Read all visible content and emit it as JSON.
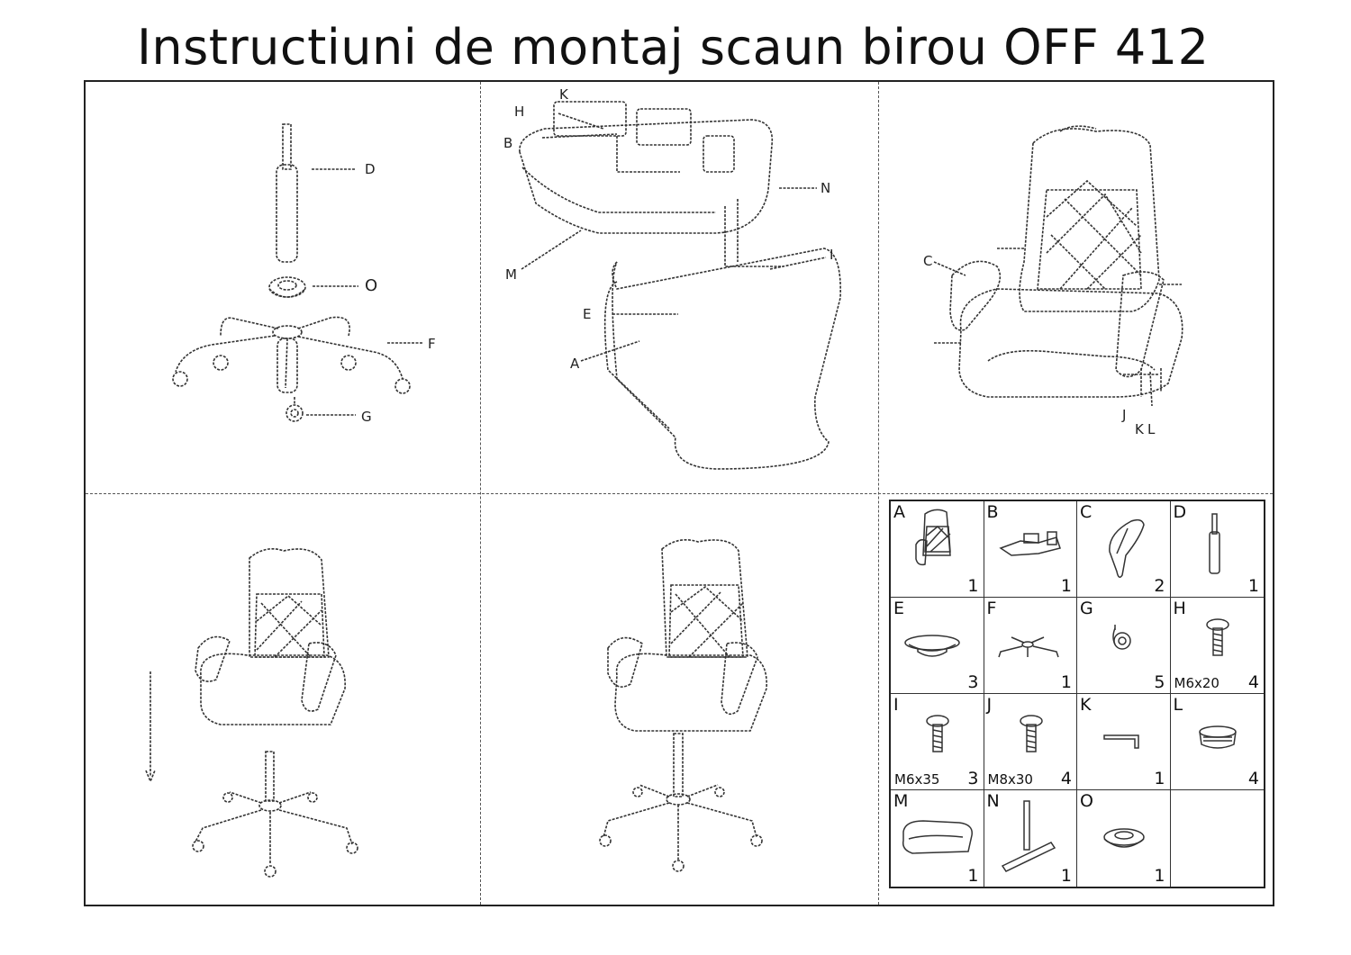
{
  "title": "Instructiuni de montaj scaun birou OFF 412",
  "step1": {
    "labels": {
      "D": "D",
      "O": "O",
      "F": "F",
      "G": "G"
    }
  },
  "step2": {
    "labels": {
      "K": "K",
      "H": "H",
      "B": "B",
      "N": "N",
      "M": "M",
      "I": "I",
      "E": "E",
      "A": "A"
    }
  },
  "step3": {
    "labels": {
      "C": "C",
      "J": "J",
      "K": "K",
      "L": "L"
    }
  },
  "parts": [
    {
      "letter": "A",
      "qty": "1",
      "spec": "",
      "icon": "backrest-icon"
    },
    {
      "letter": "B",
      "qty": "1",
      "spec": "",
      "icon": "mechanism-icon"
    },
    {
      "letter": "C",
      "qty": "2",
      "spec": "",
      "icon": "armrest-icon"
    },
    {
      "letter": "D",
      "qty": "1",
      "spec": "",
      "icon": "gas-lift-icon"
    },
    {
      "letter": "E",
      "qty": "3",
      "spec": "",
      "icon": "cap-icon"
    },
    {
      "letter": "F",
      "qty": "1",
      "spec": "",
      "icon": "base-icon"
    },
    {
      "letter": "G",
      "qty": "5",
      "spec": "",
      "icon": "caster-icon"
    },
    {
      "letter": "H",
      "qty": "4",
      "spec": "M6x20",
      "icon": "bolt-icon"
    },
    {
      "letter": "I",
      "qty": "3",
      "spec": "M6x35",
      "icon": "bolt-icon"
    },
    {
      "letter": "J",
      "qty": "4",
      "spec": "M8x30",
      "icon": "bolt-icon"
    },
    {
      "letter": "K",
      "qty": "1",
      "spec": "",
      "icon": "allen-key-icon"
    },
    {
      "letter": "L",
      "qty": "4",
      "spec": "",
      "icon": "plug-icon"
    },
    {
      "letter": "M",
      "qty": "1",
      "spec": "",
      "icon": "seat-icon"
    },
    {
      "letter": "N",
      "qty": "1",
      "spec": "",
      "icon": "connector-bar-icon"
    },
    {
      "letter": "O",
      "qty": "1",
      "spec": "",
      "icon": "cover-ring-icon"
    },
    {
      "letter": "",
      "qty": "",
      "spec": "",
      "icon": ""
    }
  ]
}
